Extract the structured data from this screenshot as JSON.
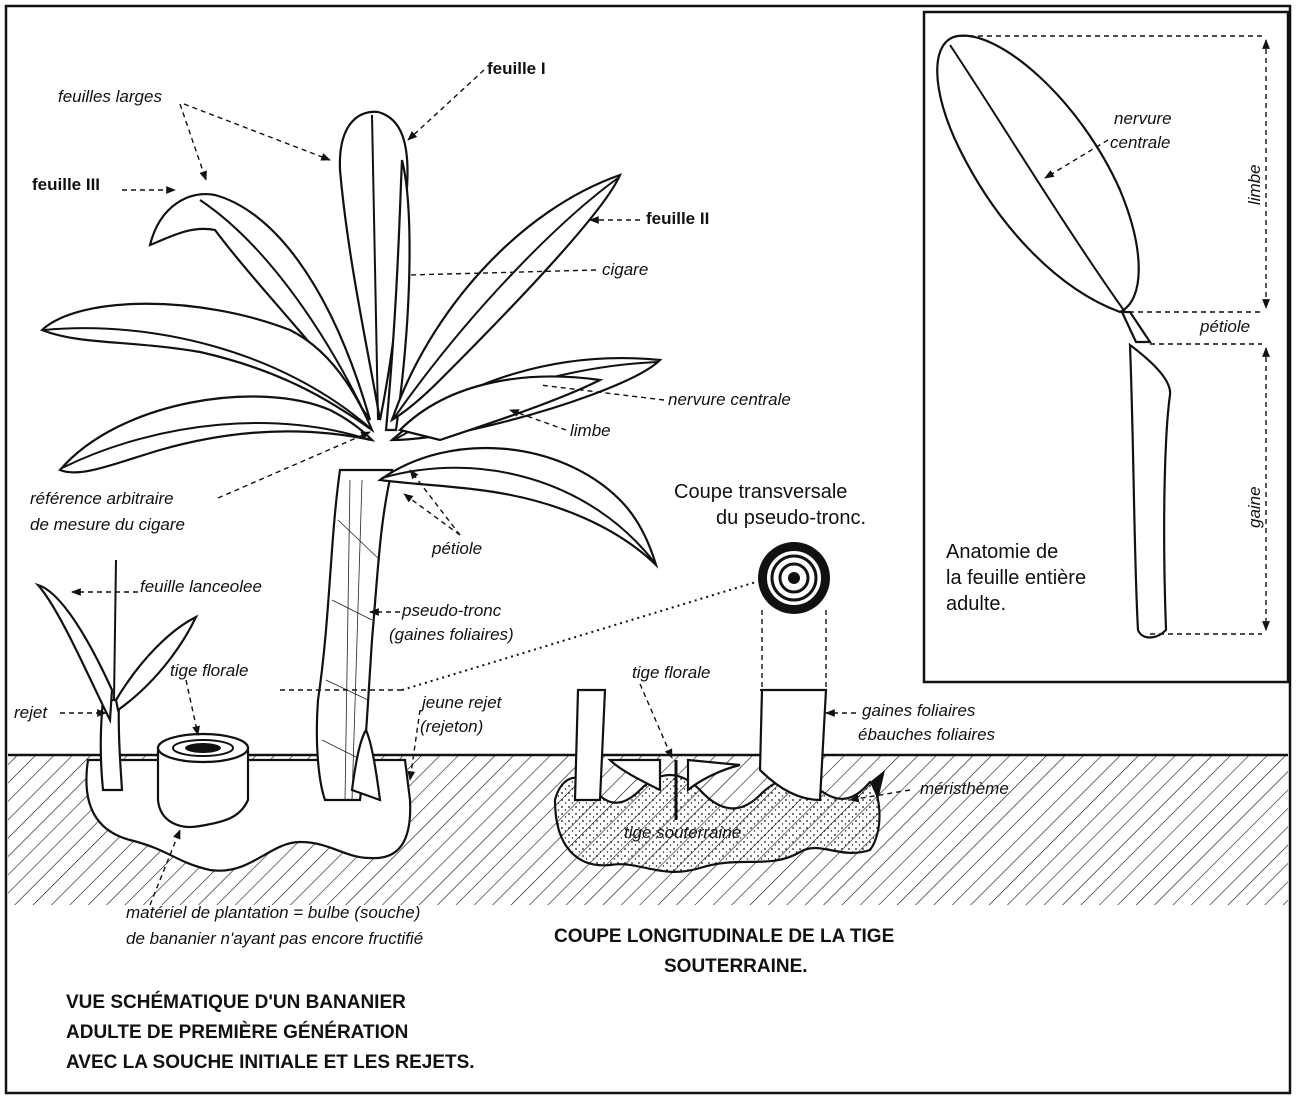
{
  "labels": {
    "feuille_I": "feuille I",
    "feuille_II": "feuille II",
    "feuille_III": "feuille III",
    "feuilles_larges": "feuilles larges",
    "cigare": "cigare",
    "nervure_centrale": "nervure centrale",
    "limbe": "limbe",
    "reference_1": "référence arbitraire",
    "reference_2": "de mesure du cigare",
    "petiole": "pétiole",
    "feuille_lanceolee": "feuille lanceolee",
    "pseudo_tronc_1": "pseudo-tronc",
    "pseudo_tronc_2": "(gaines foliaires)",
    "tige_florale": "tige florale",
    "rejet": "rejet",
    "jeune_rejet_1": "jeune rejet",
    "jeune_rejet_2": "(rejeton)",
    "materiel_1": "matériel de plantation = bulbe (souche)",
    "materiel_2": "de bananier n'ayant pas encore fructifié",
    "coupe_transversale_1": "Coupe transversale",
    "coupe_transversale_2": "du pseudo-tronc.",
    "tige_florale_2": "tige florale",
    "gaines_foliaires": "gaines foliaires",
    "ebauches_foliaires": "ébauches foliaires",
    "meristheme": "méristhème",
    "tige_souterraine": "tige souterraine"
  },
  "inset": {
    "nervure_1": "nervure",
    "nervure_2": "centrale",
    "limbe": "limbe",
    "petiole": "pétiole",
    "gaine": "gaine",
    "title_1": "Anatomie de",
    "title_2": "la feuille entière",
    "title_3": "adulte."
  },
  "captions": {
    "longitudinal_1": "COUPE LONGITUDINALE DE LA TIGE",
    "longitudinal_2": "SOUTERRAINE.",
    "main_1": "VUE SCHÉMATIQUE D'UN BANANIER",
    "main_2": "ADULTE DE PREMIÈRE GÉNÉRATION",
    "main_3": "AVEC LA SOUCHE INITIALE ET LES REJETS."
  }
}
